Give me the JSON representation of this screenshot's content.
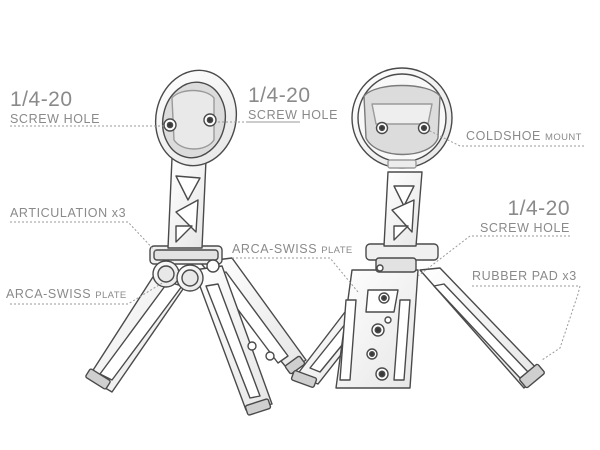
{
  "labels": {
    "screw_hole_left": {
      "size": "1/4-20",
      "text": "SCREW HOLE"
    },
    "screw_hole_mid": {
      "size": "1/4-20",
      "text": "SCREW HOLE"
    },
    "articulation": "ARTICULATION x3",
    "arca_left": {
      "main": "ARCA-SWISS",
      "small": "PLATE"
    },
    "arca_mid": {
      "main": "ARCA-SWISS",
      "small": "PLATE"
    },
    "coldshoe": {
      "main": "COLDSHOE",
      "small": "MOUNT"
    },
    "screw_hole_right": {
      "size": "1/4-20",
      "text": "SCREW HOLE"
    },
    "rubber_pad": "RUBBER PAD x3"
  },
  "colors": {
    "text": "#8a8a8a",
    "leader": "#9a9a9a",
    "outline": "#4a4a4a",
    "body": "#f4f4f4",
    "shadow": "#d8d8d8",
    "plate": "#dcdcdc"
  }
}
